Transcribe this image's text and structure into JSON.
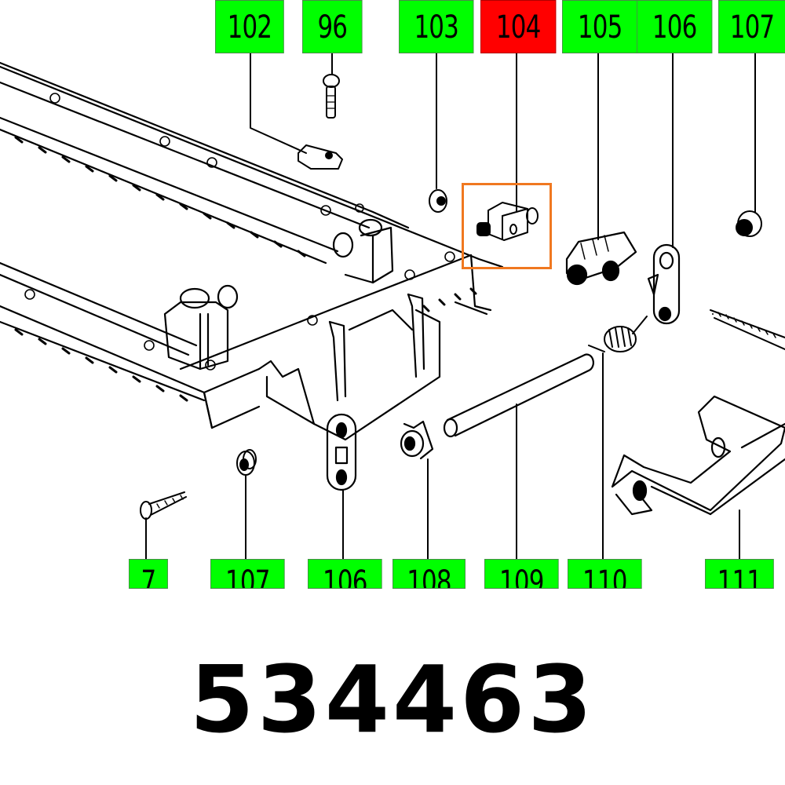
{
  "diagram": {
    "type": "exploded-parts-drawing",
    "part_number": "534463",
    "highlight_color": "#f07820",
    "label_colors": {
      "normal": "#00ff00",
      "selected": "#ff0000"
    },
    "top_labels": [
      {
        "id": "102",
        "selected": false
      },
      {
        "id": "96",
        "selected": false
      },
      {
        "id": "103",
        "selected": false
      },
      {
        "id": "104",
        "selected": true
      },
      {
        "id": "105",
        "selected": false
      },
      {
        "id": "106",
        "selected": false
      },
      {
        "id": "107",
        "selected": false
      }
    ],
    "bottom_labels": [
      {
        "id": "7",
        "selected": false
      },
      {
        "id": "107",
        "selected": false
      },
      {
        "id": "106",
        "selected": false
      },
      {
        "id": "108",
        "selected": false
      },
      {
        "id": "109",
        "selected": false
      },
      {
        "id": "110",
        "selected": false
      },
      {
        "id": "111",
        "selected": false
      }
    ]
  }
}
